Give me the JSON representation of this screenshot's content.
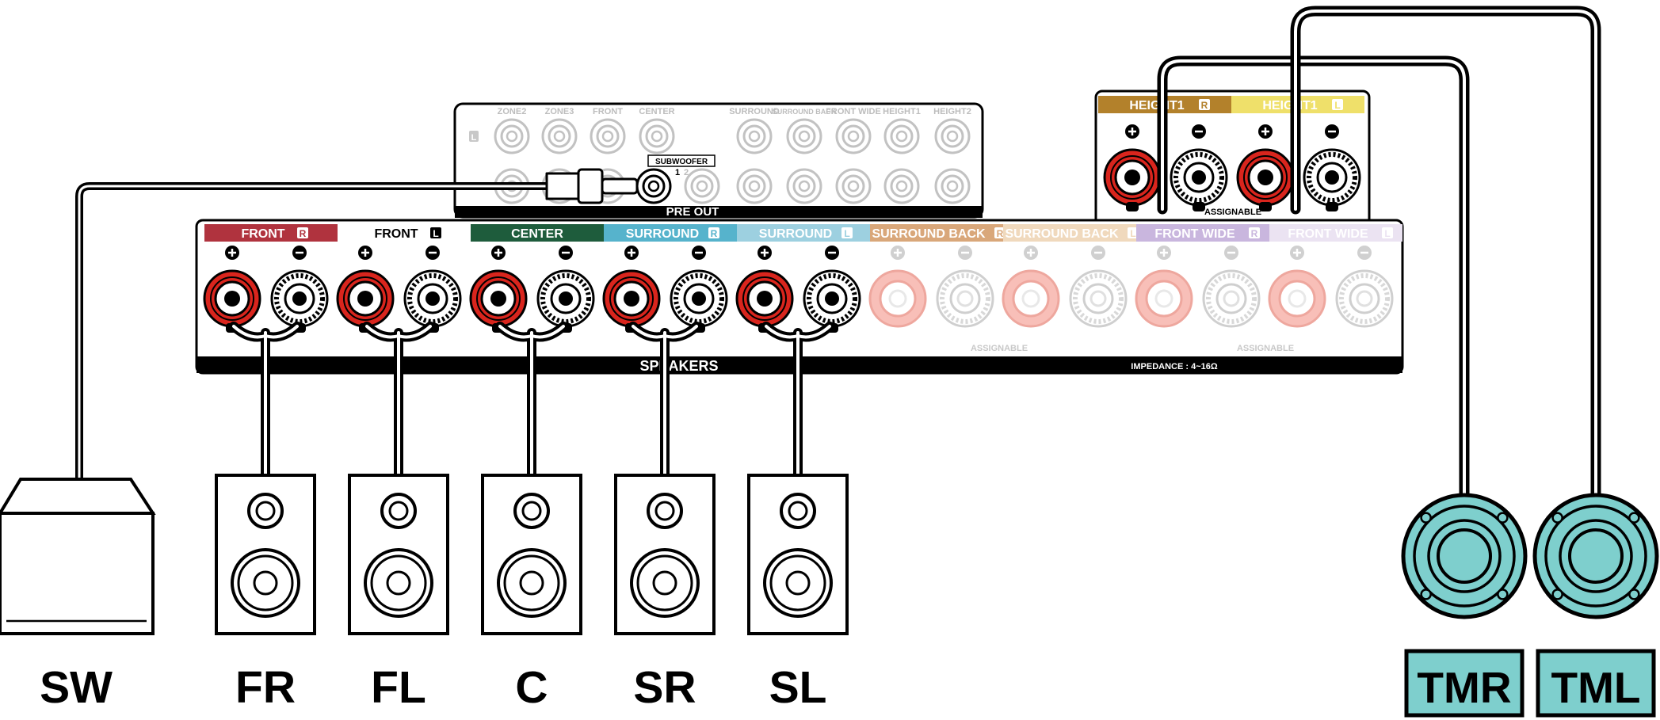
{
  "preout": {
    "title": "PRE OUT",
    "side_label": "L",
    "column_labels": [
      "ZONE2",
      "ZONE3",
      "FRONT",
      "CENTER",
      "SURROUND",
      "SURROUND BACK",
      "FRONT WIDE",
      "HEIGHT1",
      "HEIGHT2"
    ],
    "subwoofer_label": "SUBWOOFER",
    "subwoofer_ports": [
      "1",
      "2"
    ]
  },
  "speaker_panel": {
    "footer_label": "SPEAKERS",
    "impedance_label": "IMPEDANCE : 4~16Ω",
    "assignable_labels": [
      "ASSIGNABLE",
      "ASSIGNABLE"
    ],
    "channels": [
      {
        "label": "FRONT",
        "side": "R",
        "color": "#b0333e",
        "connected": true
      },
      {
        "label": "FRONT",
        "side": "L",
        "color": "#ffffff",
        "connected": true
      },
      {
        "label": "CENTER",
        "side": "",
        "color": "#1e5c3c",
        "connected": true
      },
      {
        "label": "SURROUND",
        "side": "R",
        "color": "#56b3cc",
        "connected": true
      },
      {
        "label": "SURROUND",
        "side": "L",
        "color": "#9dd0e0",
        "connected": true
      },
      {
        "label": "SURROUND BACK",
        "side": "R",
        "color": "#d9a77a",
        "connected": false
      },
      {
        "label": "SURROUND BACK",
        "side": "L",
        "color": "#f0d9bd",
        "connected": false
      },
      {
        "label": "FRONT WIDE",
        "side": "R",
        "color": "#c9b6de",
        "connected": false
      },
      {
        "label": "FRONT WIDE",
        "side": "L",
        "color": "#ebe3f2",
        "connected": false
      }
    ]
  },
  "height_panel": {
    "assignable_label": "ASSIGNABLE",
    "channels": [
      {
        "label": "HEIGHT1",
        "side": "R",
        "color": "#b3812b"
      },
      {
        "label": "HEIGHT1",
        "side": "L",
        "color": "#efe06a"
      }
    ]
  },
  "speakers": [
    {
      "label": "SW",
      "type": "subwoofer"
    },
    {
      "label": "FR",
      "type": "floor"
    },
    {
      "label": "FL",
      "type": "floor"
    },
    {
      "label": "C",
      "type": "floor"
    },
    {
      "label": "SR",
      "type": "floor"
    },
    {
      "label": "SL",
      "type": "floor"
    },
    {
      "label": "TMR",
      "type": "ceiling"
    },
    {
      "label": "TML",
      "type": "ceiling"
    }
  ],
  "colors": {
    "terminal_red": "#d9251d",
    "ceiling_speaker": "#7ecfcd",
    "ceiling_label_bg": "#7ecfcd",
    "inactive": "#c8c8c8"
  }
}
